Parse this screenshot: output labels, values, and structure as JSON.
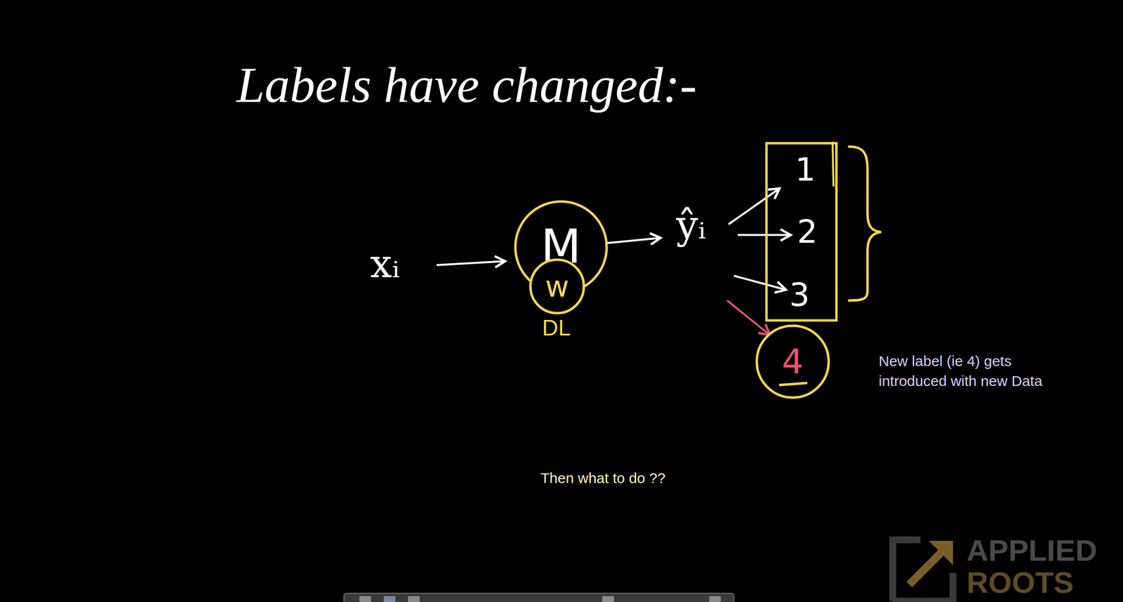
{
  "diagram": {
    "title": "Labels have changed:-",
    "nodes": [
      {
        "text": [
          "M"
        ]
      },
      {
        "text": [
          "w"
        ]
      },
      {
        "text": [
          "1",
          "2",
          "3"
        ]
      },
      {
        "text": [
          "4"
        ]
      }
    ],
    "labels": [
      "xᵢ",
      "ŷᵢ",
      "DL",
      "New label (ie 4) gets introduced with new Data",
      "Then what to do ??",
      "APPLIED",
      "ROOTS"
    ]
  }
}
